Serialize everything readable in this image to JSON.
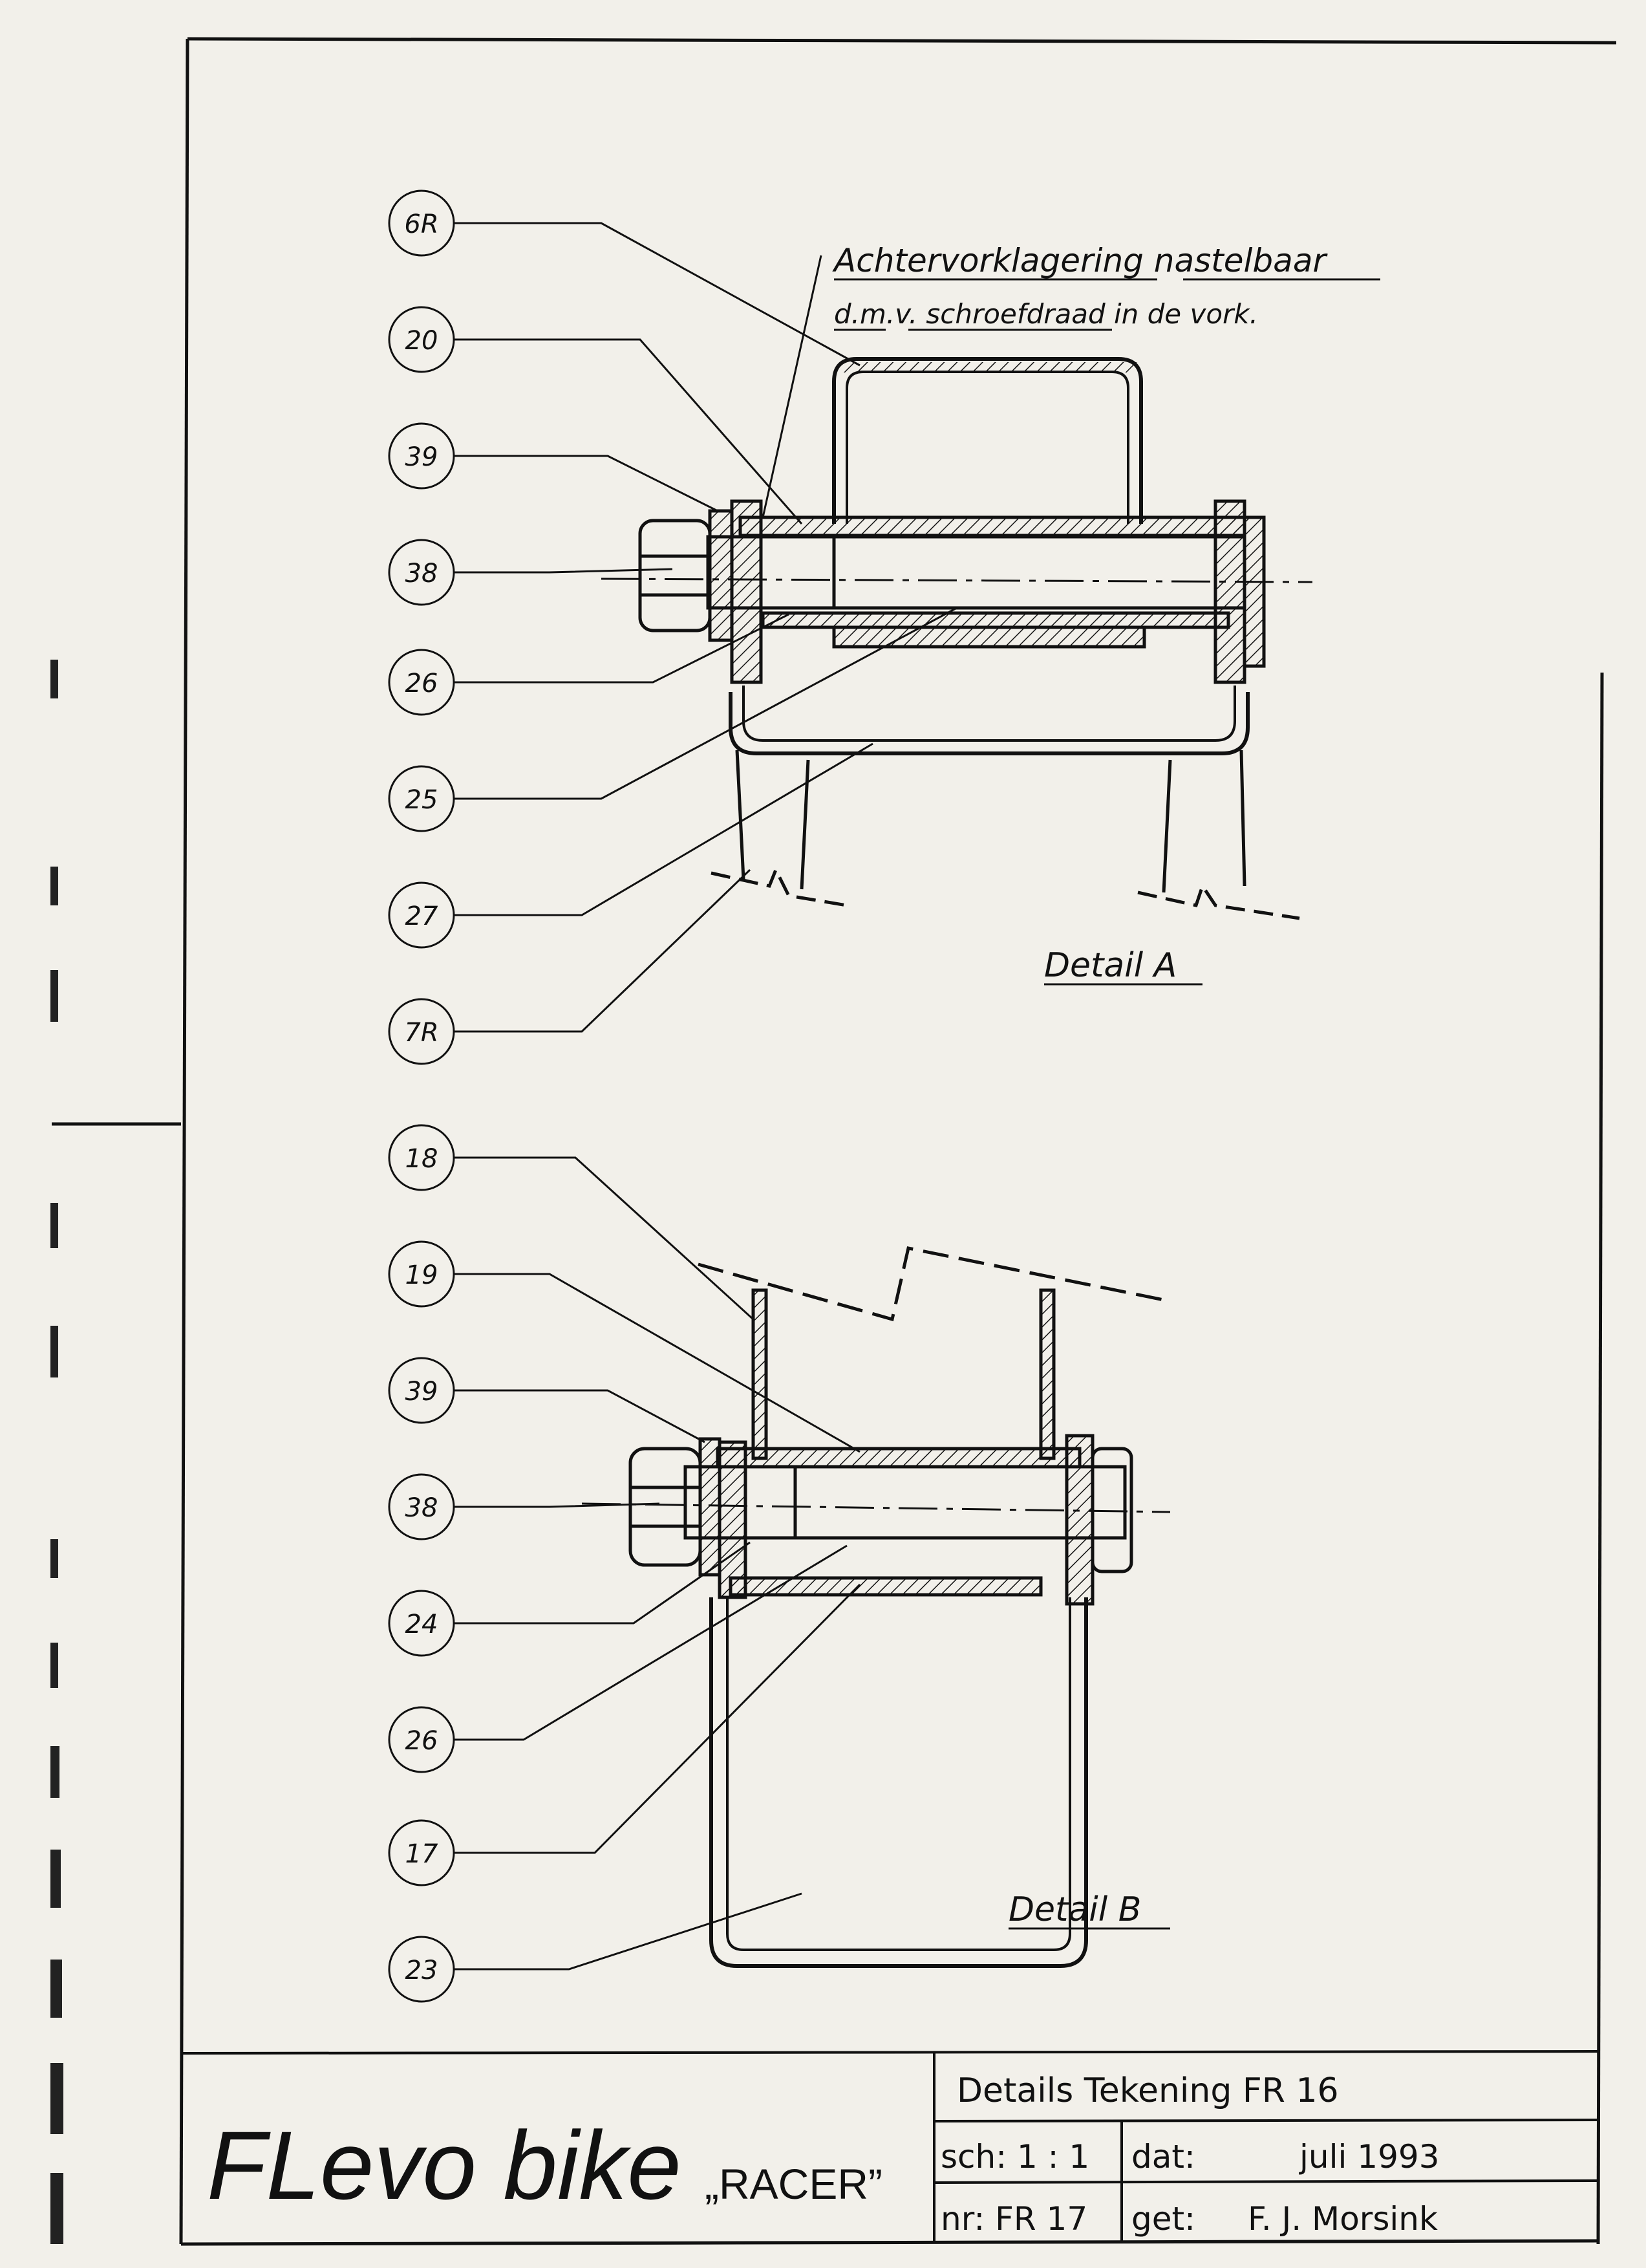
{
  "note": {
    "line1": "Achtervorklagering nastelbaar",
    "line2": "d.m.v. schroefdraad in de vork."
  },
  "detail_a": {
    "title": "Detail A",
    "callouts": [
      "6R",
      "20",
      "39",
      "38",
      "26",
      "25",
      "27",
      "7R"
    ]
  },
  "detail_b": {
    "title": "Detail B",
    "callouts": [
      "18",
      "19",
      "39",
      "38",
      "24",
      "26",
      "17",
      "23"
    ]
  },
  "title_block": {
    "brand": "FLevo bike",
    "model": "„RACER”",
    "description": "Details  Tekening  FR 16",
    "scale_label": "sch: 1 : 1",
    "date_label": "dat:",
    "date_value": "juli  1993",
    "number_label": "nr:  FR 17",
    "drawn_label": "get:",
    "drawn_value": "F. J.  Morsink"
  }
}
